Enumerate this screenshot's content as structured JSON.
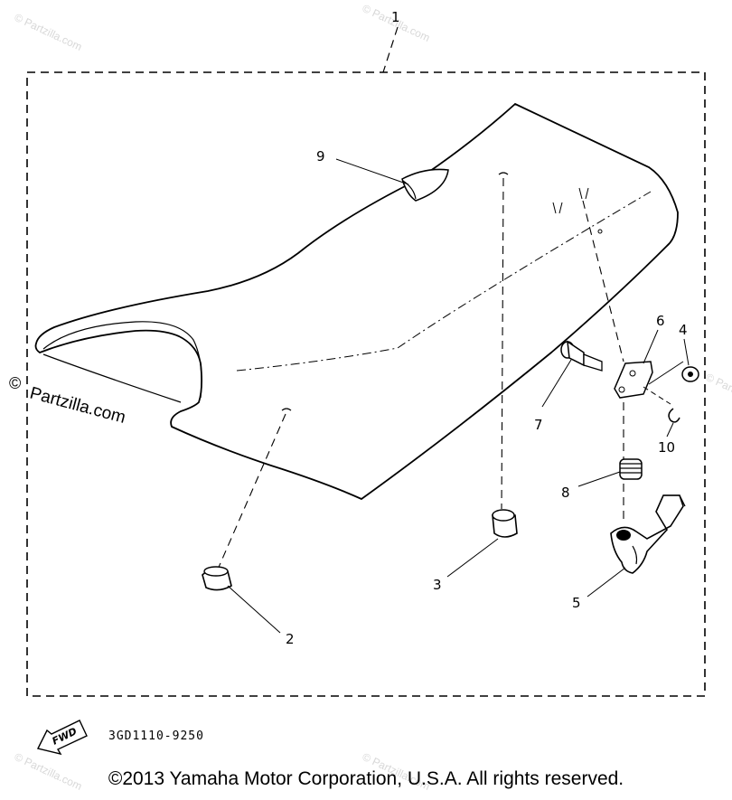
{
  "watermark": {
    "brand": "© Partzilla.com",
    "feature_symbol": "©",
    "feature_text": "Partzilla.com"
  },
  "callouts": [
    "1",
    "2",
    "3",
    "4",
    "5",
    "6",
    "7",
    "8",
    "9",
    "10"
  ],
  "fwd_label": "FWD",
  "part_code": "3GD1110-9250",
  "copyright": "©2013 Yamaha Motor Corporation, U.S.A. All rights reserved."
}
